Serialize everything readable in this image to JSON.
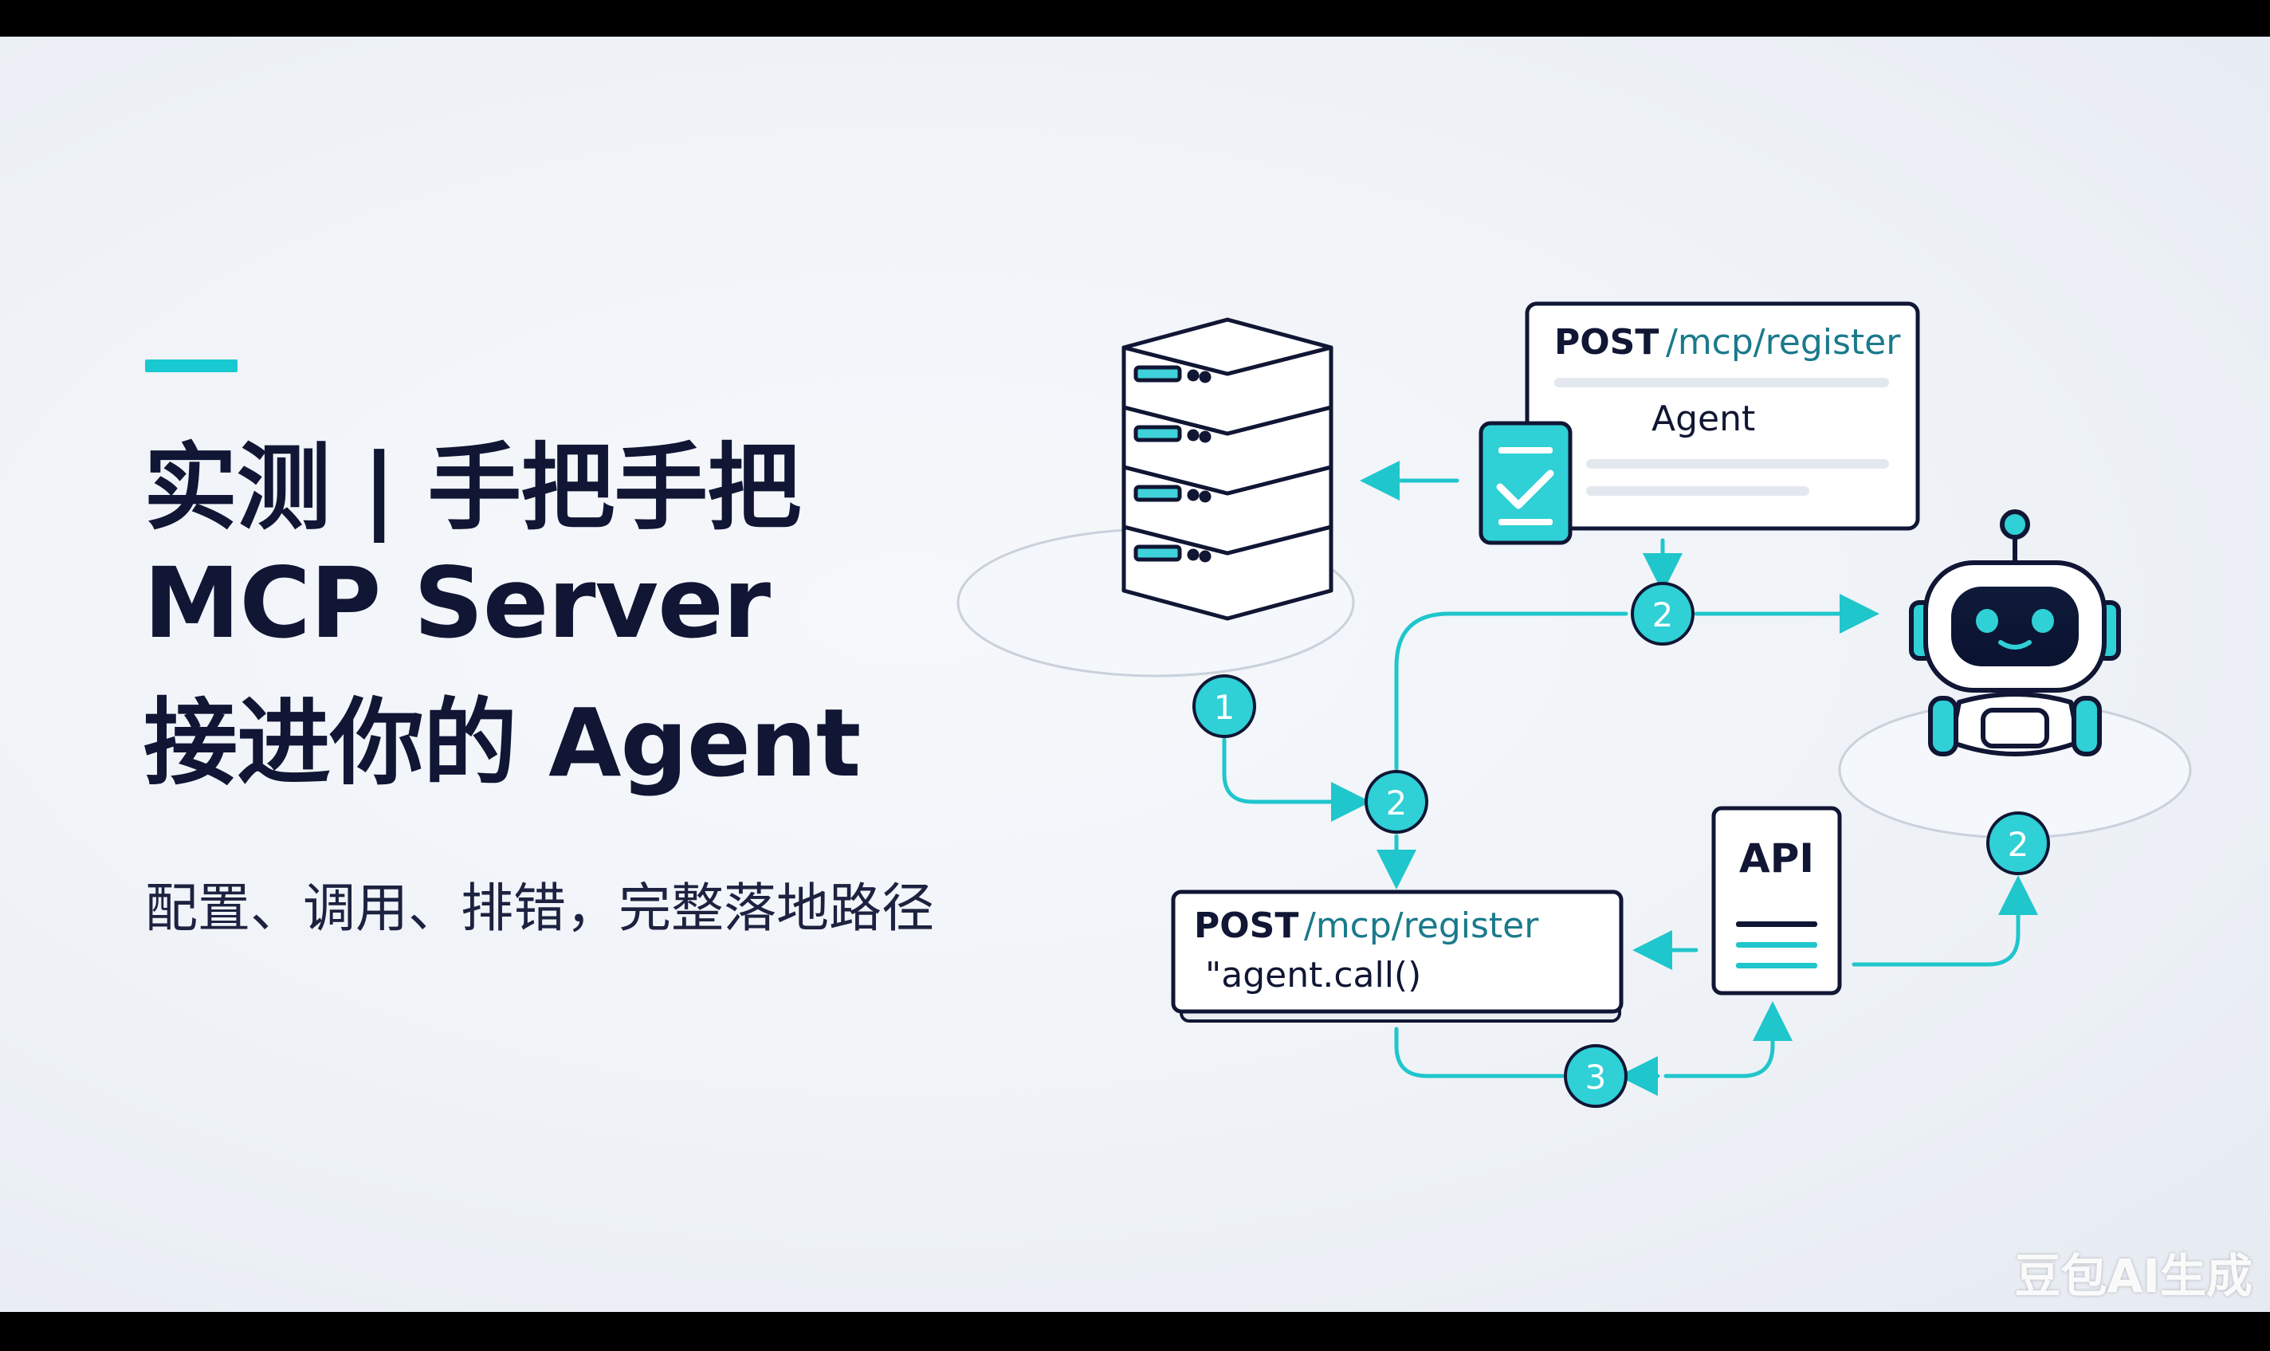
{
  "title": {
    "line1": "实测 | 手把手把",
    "line2": "MCP Server",
    "line3": "接进你的 Agent"
  },
  "subtitle": "配置、调用、排错，完整落地路径",
  "diagram": {
    "register_card": {
      "method": "POST",
      "path": "/mcp/register",
      "label": "Agent"
    },
    "code_card": {
      "method": "POST",
      "path": "/mcp/register",
      "code": "\"agent.call()"
    },
    "api_card": {
      "label": "API"
    },
    "steps": {
      "s1": "1",
      "s2a": "2",
      "s2b": "2",
      "s2c": "2",
      "s3": "3"
    }
  },
  "colors": {
    "accent": "#18c9d1",
    "ink": "#101634",
    "arrow": "#1fc6cc"
  },
  "icons": [
    "server-stack-icon",
    "clipboard-check-icon",
    "robot-icon",
    "document-lines-icon"
  ],
  "watermark": "豆包AI生成"
}
